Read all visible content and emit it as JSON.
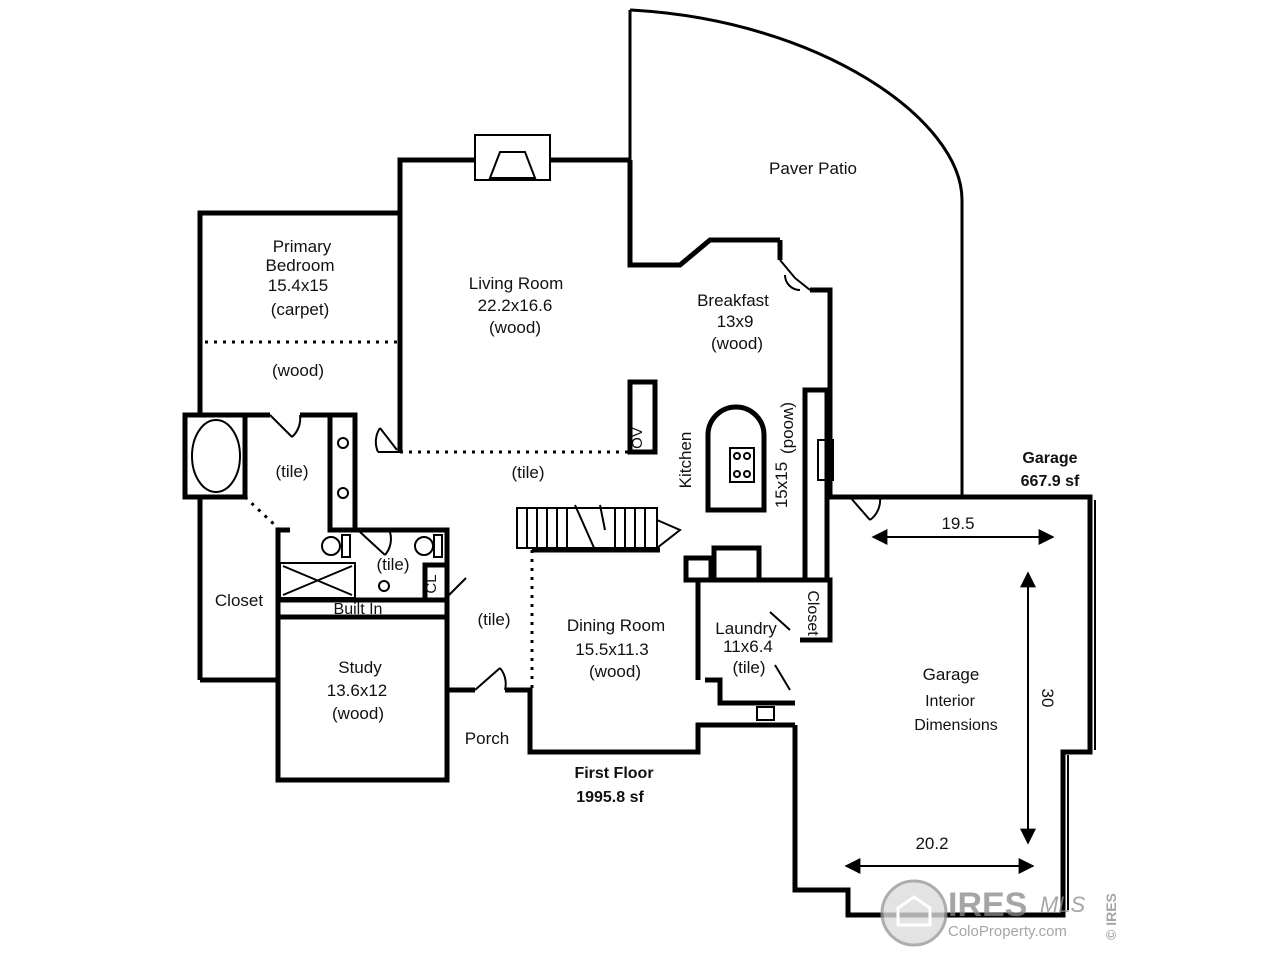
{
  "rooms": {
    "patio": "Paver Patio",
    "primary_bedroom": {
      "name1": "Primary",
      "name2": "Bedroom",
      "dims": "15.4x15",
      "floor": "(carpet)",
      "floor2": "(wood)"
    },
    "living_room": {
      "name": "Living Room",
      "dims": "22.2x16.6",
      "floor": "(wood)"
    },
    "breakfast": {
      "name": "Breakfast",
      "dims": "13x9",
      "floor": "(wood)"
    },
    "bath": {
      "floor": "(tile)"
    },
    "hall": {
      "floor": "(tile)"
    },
    "powder": {
      "floor": "(tile)"
    },
    "cl": "CL",
    "closet_left": "Closet",
    "built_in": "Built In",
    "foyer": {
      "floor": "(tile)"
    },
    "kitchen": {
      "name": "Kitchen",
      "dims": "15x15",
      "floor": "(wood)",
      "oven": "OV"
    },
    "dining_room": {
      "name": "Dining Room",
      "dims": "15.5x11.3",
      "floor": "(wood)"
    },
    "study": {
      "name": "Study",
      "dims": "13.6x12",
      "floor": "(wood)"
    },
    "porch": "Porch",
    "laundry": {
      "name": "Laundry",
      "dims": "11x6.4",
      "floor": "(tile)"
    },
    "closet_right": "Closet",
    "garage_interior": {
      "line1": "Garage",
      "line2": "Interior",
      "line3": "Dimensions",
      "width_top": "19.5",
      "depth": "30",
      "width_bottom": "20.2"
    }
  },
  "summary": {
    "first_floor_label": "First Floor",
    "first_floor_area": "1995.8 sf",
    "garage_label": "Garage",
    "garage_area": "667.9 sf"
  },
  "watermark": {
    "brand": "IRES",
    "mls": "MLS",
    "site": "ColoProperty.com",
    "copyright": "© IRES"
  }
}
